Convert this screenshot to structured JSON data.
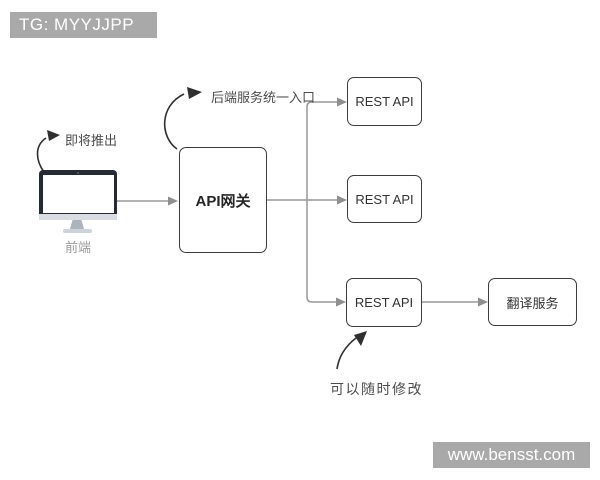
{
  "watermarks": {
    "top_left": "TG: MYYJJPP",
    "bottom_right": "www.bensst.com"
  },
  "diagram": {
    "frontend": {
      "label": "前端",
      "icon": "monitor-icon"
    },
    "nodes": {
      "api_gateway": {
        "label": "API网关"
      },
      "rest_api_1": {
        "label": "REST API"
      },
      "rest_api_2": {
        "label": "REST API"
      },
      "rest_api_3": {
        "label": "REST API"
      },
      "translation_service": {
        "label": "翻译服务"
      }
    },
    "annotations": {
      "coming_soon": {
        "label": "即将推出"
      },
      "unified_entry": {
        "label": "后端服务统一入口"
      },
      "editable": {
        "label": "可以随时修改"
      }
    },
    "colors": {
      "badge_background": "#a9a9a9",
      "connector_line": "#999999",
      "connector_arrowhead": "#8f8f8f",
      "box_border": "#3c3c3c",
      "annotation_arrow": "#2f2f2f",
      "node_text": "#333333",
      "muted_text": "#9a9a9a",
      "monitor_frame": "#262b33"
    }
  }
}
